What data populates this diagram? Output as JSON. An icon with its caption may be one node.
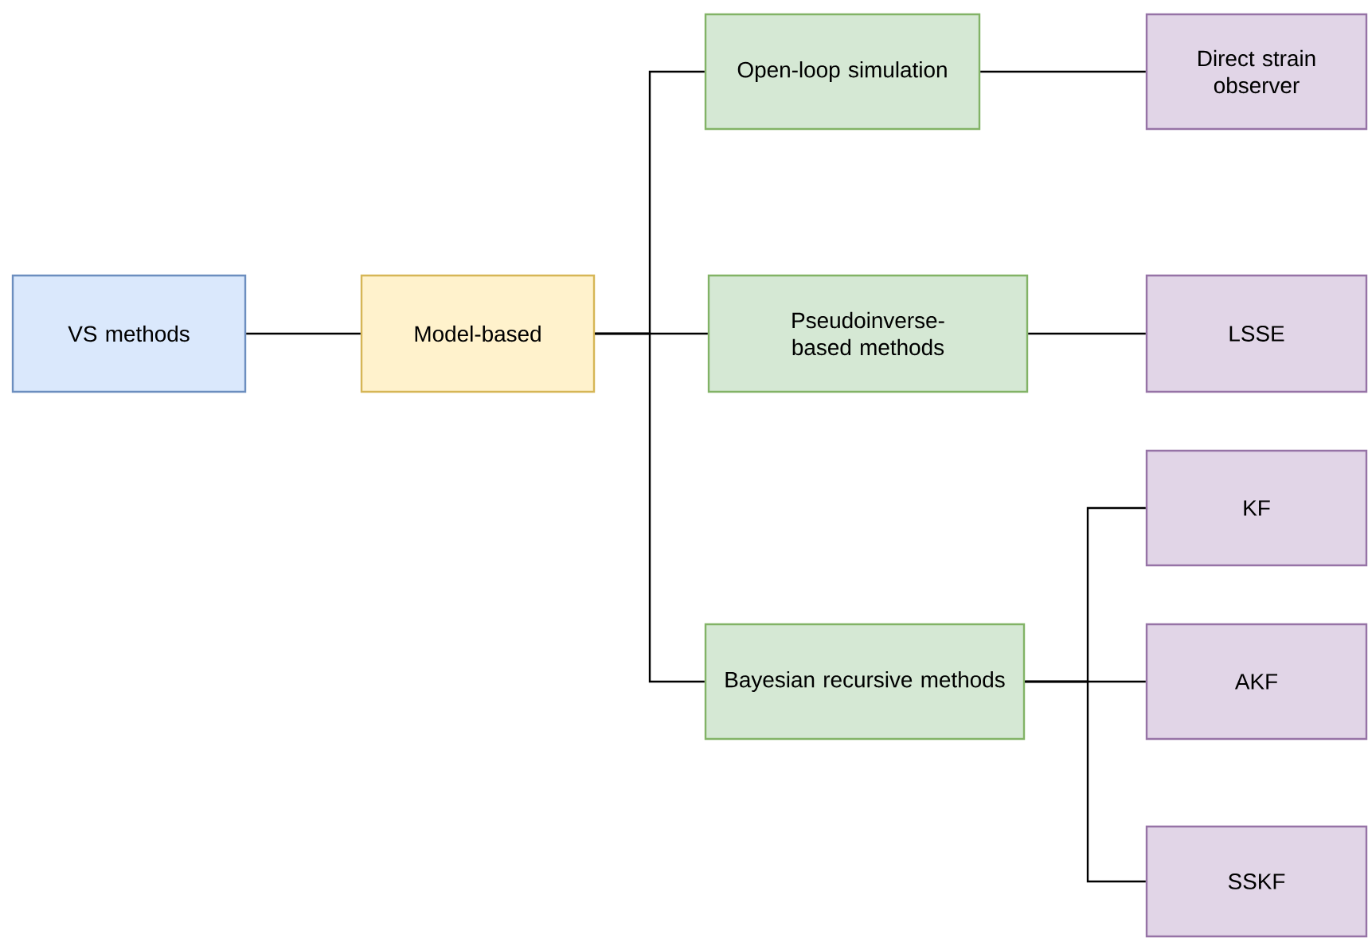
{
  "diagram": {
    "nodes": [
      {
        "text": [
          "VS methods"
        ]
      },
      {
        "text": [
          "Model-based"
        ]
      },
      {
        "text": [
          "Open-loop simulation"
        ]
      },
      {
        "text": [
          "Pseudoinverse-based methods"
        ]
      },
      {
        "text": [
          "Bayesian recursive methods"
        ]
      },
      {
        "text": [
          "Direct strain observer"
        ]
      },
      {
        "text": [
          "LSSE"
        ]
      },
      {
        "text": [
          "KF"
        ]
      },
      {
        "text": [
          "AKF"
        ]
      },
      {
        "text": [
          "SSKF"
        ]
      }
    ],
    "edges": [
      {
        "from": 0,
        "to": 1,
        "arrow": "none"
      },
      {
        "from": 1,
        "to": 2,
        "arrow": "none"
      },
      {
        "from": 1,
        "to": 3,
        "arrow": "none"
      },
      {
        "from": 1,
        "to": 4,
        "arrow": "none"
      },
      {
        "from": 2,
        "to": 5,
        "arrow": "none"
      },
      {
        "from": 3,
        "to": 6,
        "arrow": "none"
      },
      {
        "from": 4,
        "to": 7,
        "arrow": "none"
      },
      {
        "from": 4,
        "to": 8,
        "arrow": "none"
      },
      {
        "from": 4,
        "to": 9,
        "arrow": "none"
      }
    ]
  }
}
